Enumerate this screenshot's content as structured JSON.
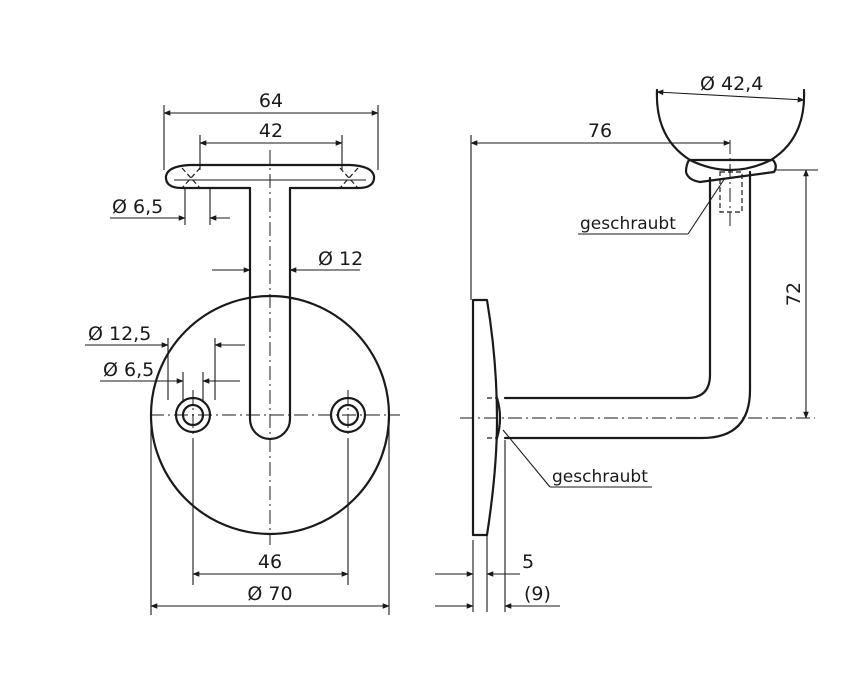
{
  "dimensions": {
    "top_width": "64",
    "hole_spacing_top": "42",
    "screw_hole_top": "Ø 6,5",
    "tube_diameter": "Ø 12",
    "counterbore_diameter": "Ø 12,5",
    "hole_diameter": "Ø 6,5",
    "hole_spacing_plate": "46",
    "plate_diameter": "Ø 70",
    "handrail_diameter": "Ø 42,4",
    "projection": "76",
    "height": "72",
    "plate_thickness": "5",
    "plate_thickness_total": "(9)"
  },
  "notes": {
    "screwed_top": "geschraubt",
    "screwed_bottom": "geschraubt"
  }
}
